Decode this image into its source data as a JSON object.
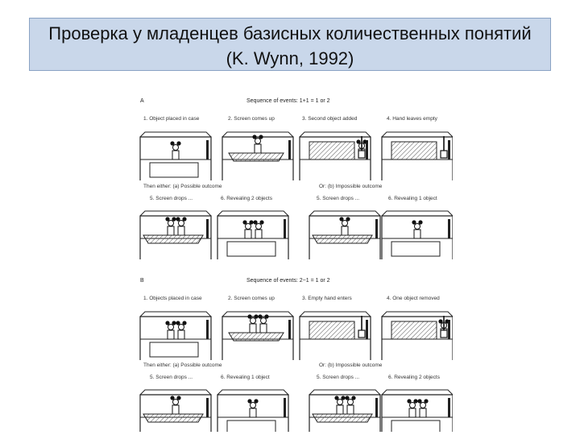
{
  "slide": {
    "title_line1": "Проверка у младенцев базисных количественных понятий",
    "title_line2": "(K. Wynn, 1992)"
  },
  "panel_a": {
    "letter": "A",
    "sequence": "Sequence of events: 1+1 = 1 or 2",
    "steps": [
      {
        "label": "1. Object placed in case",
        "scene": "case-obj",
        "count": 1
      },
      {
        "label": "2. Screen comes up",
        "scene": "screen-up",
        "count": 1
      },
      {
        "label": "3. Second object added",
        "scene": "screen-hand",
        "count": 1
      },
      {
        "label": "4. Hand leaves empty",
        "scene": "screen-empty-hand",
        "count": 0
      }
    ],
    "possible_header": "Then either: (a) Possible outcome",
    "impossible_header": "Or: (b) Impossible outcome",
    "outcomes": [
      {
        "label": "5. Screen drops ...",
        "scene": "screen-down",
        "count": 2
      },
      {
        "label": "6. Revealing 2 objects",
        "scene": "reveal",
        "count": 2
      },
      {
        "label": "5. Screen drops ...",
        "scene": "screen-down",
        "count": 1
      },
      {
        "label": "6. Revealing 1 object",
        "scene": "reveal",
        "count": 1
      }
    ]
  },
  "panel_b": {
    "letter": "B",
    "sequence": "Sequence of events: 2−1 = 1 or 2",
    "steps": [
      {
        "label": "1. Objects placed in case",
        "scene": "case-obj",
        "count": 2
      },
      {
        "label": "2. Screen comes up",
        "scene": "screen-up",
        "count": 2
      },
      {
        "label": "3. Empty hand enters",
        "scene": "screen-hand",
        "count": 0
      },
      {
        "label": "4. One object removed",
        "scene": "screen-hand",
        "count": 1
      }
    ],
    "possible_header": "Then either: (a) Possible outcome",
    "impossible_header": "Or: (b) Impossible outcome",
    "outcomes": [
      {
        "label": "5. Screen drops ...",
        "scene": "screen-down",
        "count": 1
      },
      {
        "label": "6. Revealing 1 object",
        "scene": "reveal",
        "count": 1
      },
      {
        "label": "5. Screen drops ...",
        "scene": "screen-down",
        "count": 2
      },
      {
        "label": "6. Revealing 2 objects",
        "scene": "reveal",
        "count": 2
      }
    ]
  }
}
